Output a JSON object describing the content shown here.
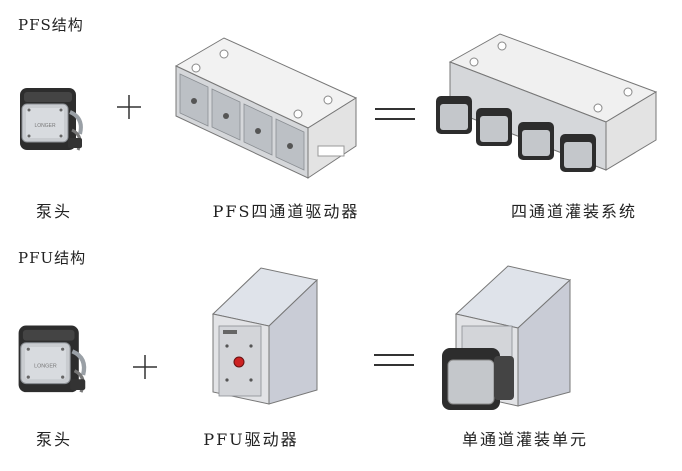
{
  "sections": {
    "pfs": {
      "title": "PFS结构",
      "captions": {
        "pump_head": "泵头",
        "drive": "PFS四通道驱动器",
        "system": "四通道灌装系统"
      }
    },
    "pfu": {
      "title": "PFU结构",
      "captions": {
        "pump_head": "泵头",
        "drive": "PFU驱动器",
        "system": "单通道灌装单元"
      }
    }
  },
  "icons": {
    "plus": "plus-icon",
    "equals": "equals-icon",
    "pump_head": "pump-head-icon",
    "four_channel_drive": "four-channel-drive-icon",
    "four_channel_system": "four-channel-system-icon",
    "single_drive": "single-drive-icon",
    "single_unit": "single-unit-icon"
  },
  "logo_text": "LONGER"
}
